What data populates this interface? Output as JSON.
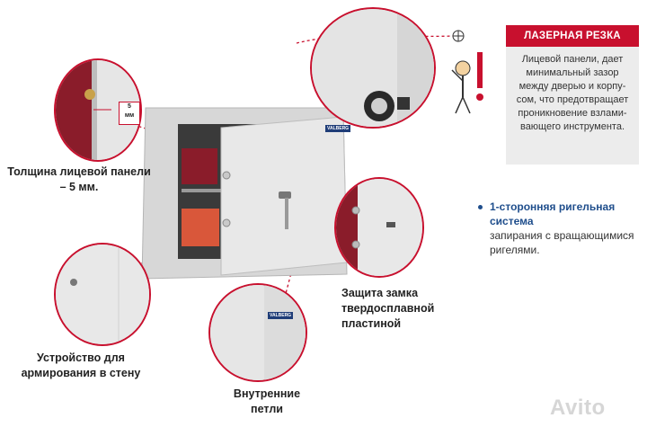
{
  "panel": {
    "title": "ЛАЗЕРНАЯ РЕЗКА",
    "text": "Лицевой панели, дает минимальный зазор между дверью и корпу-сом, что предотвращает проникновение взлами-вающего инструмента."
  },
  "callouts": {
    "thickness": "Толщина лицевой панели – 5 мм.",
    "anchoring": "Устройство для армирования в стену",
    "hinges": "Внутренние петли",
    "lock_protection": "Защита замка твердосплавной пластиной"
  },
  "feature": {
    "title": "1-сторонняя ригельная система",
    "text": "запирания с вращающимися ригелями."
  },
  "dimension": {
    "value": "5",
    "unit": "мм"
  },
  "brand": "VALBERG",
  "watermark": "Avito",
  "colors": {
    "accent": "#c8102e",
    "bullet": "#1f4e8c",
    "panel_bg": "#ececec"
  }
}
